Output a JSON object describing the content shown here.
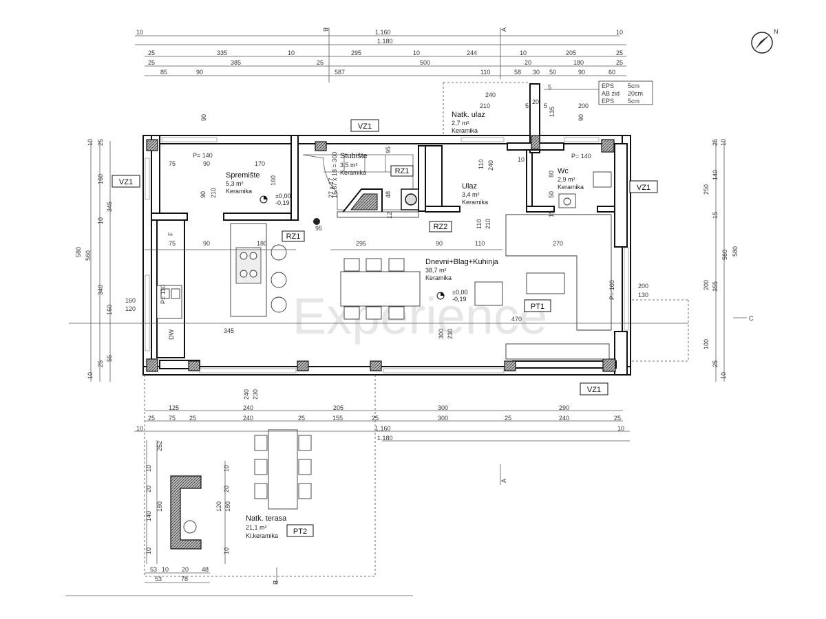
{
  "north_label": "N",
  "top_dims": {
    "t1": "10",
    "t2": "1.160",
    "t3": "1.180",
    "t4": "10",
    "r2a": "25",
    "r2b": "335",
    "r2c": "10",
    "r2d": "295",
    "r2e": "10",
    "r2f": "244",
    "r2g": "10",
    "r2h": "205",
    "r2i": "25",
    "r3a": "25",
    "r3b": "385",
    "r3c": "25",
    "r3d": "500",
    "r3e": "20",
    "r3f": "180",
    "r3g": "25",
    "r4a": "85",
    "r4b": "90",
    "r4c": "587",
    "r4d": "110",
    "r4e": "58",
    "r4f": "30",
    "r4g": "50",
    "r4h": "90",
    "r4i": "60"
  },
  "section_marks": {
    "b_top": "B",
    "a_top": "A",
    "a_bottom": "A",
    "b_bottom": "B",
    "c_right": "C"
  },
  "wall_legend": [
    {
      "name": "EPS",
      "value": "5cm"
    },
    {
      "name": "AB zid",
      "value": "20cm"
    },
    {
      "name": "EPS",
      "value": "5cm"
    }
  ],
  "tags": {
    "vz1_top": "VZ1",
    "vz1_left": "VZ1",
    "vz1_right": "VZ1",
    "vz1_bottom": "VZ1",
    "rz1_stair": "RZ1",
    "rz1_kitchen": "RZ1",
    "rz2": "RZ2",
    "pt1": "PT1",
    "pt2": "PT2"
  },
  "rooms": {
    "spremiste": {
      "name": "Spremište",
      "area": "5,3 m²",
      "floor": "Keramika"
    },
    "stubiste": {
      "name": "Stubište",
      "area": "3,5 m²",
      "floor": "Keramika"
    },
    "natk_ulaz": {
      "name": "Natk. ulaz",
      "area": "2,7 m²",
      "floor": "Keramika"
    },
    "ulaz": {
      "name": "Ulaz",
      "area": "3,4 m²",
      "floor": "Keramika"
    },
    "wc": {
      "name": "Wc",
      "area": "2,9 m²",
      "floor": "Keramika"
    },
    "dnevni": {
      "name": "Dnevni+Blag+Kuhinja",
      "area": "38,7 m²",
      "floor": "Keramika"
    },
    "terasa": {
      "name": "Natk. terasa",
      "area": "21,1 m²",
      "floor": "Kl.keramika"
    }
  },
  "levels": {
    "spremiste_a": "±0,00",
    "spremiste_b": "-0,19",
    "dnevni_a": "±0,00",
    "dnevni_b": "-0,19"
  },
  "inner_dims": {
    "p140a": "P= 140",
    "p140b": "P= 140",
    "p110": "P= 110",
    "p100": "P= 100",
    "d75a": "75",
    "d90a": "90",
    "d170": "170",
    "d160a": "160",
    "d90b": "90",
    "d210a": "210",
    "d75b": "75",
    "d90c": "90",
    "d180a": "180",
    "f": "F",
    "d95a": "95",
    "d48": "48",
    "d12": "12",
    "d95b": "95",
    "stair_a": "16,87 x 18 = 300",
    "stair_b": "27 x 17",
    "d295": "295",
    "d90d": "90",
    "d110a": "110",
    "d240a": "240",
    "d210b": "210",
    "d5a": "5",
    "d20a": "20",
    "d5b": "5",
    "d200a": "200",
    "d5c": "5",
    "d135": "135",
    "d90e": "90",
    "d90f": "90",
    "d10a": "10",
    "d110b": "110",
    "d240b": "240",
    "d80": "80",
    "d50": "50",
    "d15a": "15",
    "d110c": "110",
    "d210c": "210",
    "d270": "270",
    "d160b": "160",
    "d120": "120",
    "d470": "470",
    "d345": "345",
    "dw": "DW",
    "d300a": "300",
    "d230a": "230",
    "d200b": "200",
    "d130": "130"
  },
  "left_dims": {
    "l10a": "10",
    "l25a": "25",
    "l160": "160",
    "l345": "345",
    "l10b": "10",
    "l580": "580",
    "l560": "560",
    "l340": "340",
    "l160b": "160",
    "l55": "55",
    "l25b": "25",
    "l10c": "10"
  },
  "right_dims": {
    "r10a": "10",
    "r25a": "25",
    "r140": "140",
    "r250": "250",
    "r15": "15",
    "r560": "560",
    "r580": "580",
    "r200": "200",
    "r355": "355",
    "r100": "100",
    "r25b": "25",
    "r10b": "10"
  },
  "bottom_dims": {
    "b240a": "240",
    "b230": "230",
    "b125": "125",
    "b240b": "240",
    "b205": "205",
    "b300a": "300",
    "b290": "290",
    "b25a": "25",
    "b75": "75",
    "b25b": "25",
    "b240c": "240",
    "b25c": "25",
    "b155": "155",
    "b25d": "25",
    "b300b": "300",
    "b25e": "25",
    "b240d": "240",
    "b25f": "25",
    "b10a": "10",
    "b1160": "1.160",
    "b10b": "10",
    "b1180": "1.180"
  },
  "terrace_dims": {
    "t252": "252",
    "t10a": "10",
    "t20a": "20",
    "t180a": "180",
    "t140": "140",
    "t10b": "10",
    "t10c": "10",
    "t20b": "20",
    "t120": "120",
    "t180b": "180",
    "t10d": "10",
    "t53a": "53",
    "t10e": "10",
    "t20c": "20",
    "t48": "48",
    "t53b": "53",
    "t78": "78"
  },
  "watermark": "Experience"
}
